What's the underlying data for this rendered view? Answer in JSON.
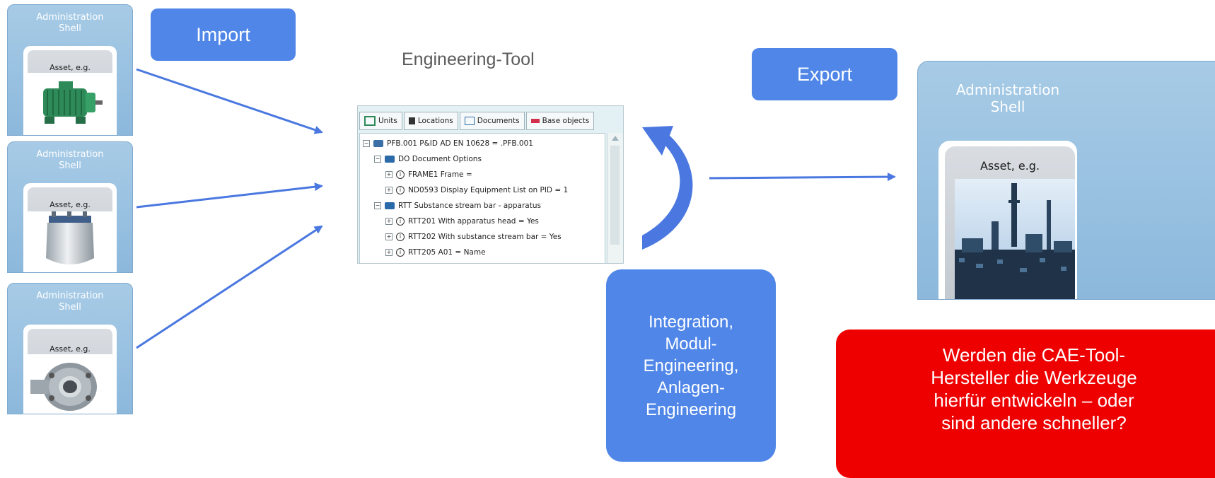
{
  "labels": {
    "import": "Import",
    "export": "Export",
    "engineering_tool": "Engineering-Tool",
    "integration": [
      "Integration,",
      "Modul-",
      "Engineering,",
      "Anlagen-",
      "Engineering"
    ]
  },
  "shells": {
    "title_line1": "Administration",
    "title_line2": "Shell",
    "left": [
      {
        "asset_label": "Asset, e.g.",
        "asset": "electric-motor"
      },
      {
        "asset_label": "Asset, e.g.",
        "asset": "steel-vessel"
      },
      {
        "asset_label": "Asset, e.g.",
        "asset": "pipe-flange"
      }
    ],
    "right": {
      "asset_label": "Asset, e.g.",
      "asset": "industrial-plant"
    }
  },
  "tool_screenshot": {
    "tabs": [
      "Units",
      "Locations",
      "Documents",
      "Base objects"
    ],
    "tree": [
      "PFB.001  P&ID AD EN 10628  =  .PFB.001",
      "DO   Document Options",
      "FRAME1   Frame =",
      "ND0593   Display Equipment List on PID = 1",
      "RTT   Substance stream bar - apparatus",
      "RTT201   With apparatus head = Yes",
      "RTT202   With substance stream bar = Yes",
      "RTT205   A01 = Name"
    ]
  },
  "question": [
    "Werden die CAE-Tool-",
    "Hersteller die Werkzeuge",
    "hierfür entwickeln – oder",
    "sind andere schneller?"
  ],
  "colors": {
    "label_blue": "#4f86e8",
    "shell_blue": "#94bde0",
    "arrow_blue": "#4a78e0",
    "question_red": "#ee0000"
  }
}
